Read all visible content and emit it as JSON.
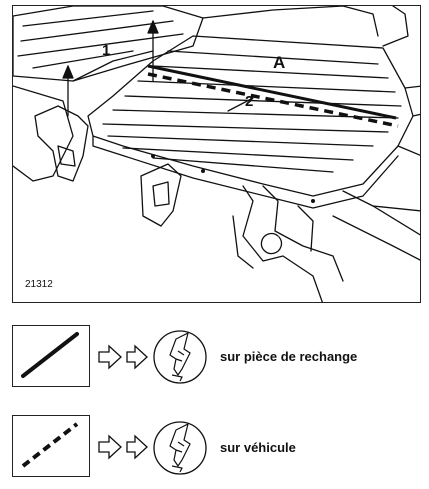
{
  "figure": {
    "reference_number": "21312",
    "labels": {
      "A": "A",
      "one": "1",
      "two": "2"
    }
  },
  "legend": [
    {
      "line_style": "solid",
      "text": "sur pièce de rechange"
    },
    {
      "line_style": "dashed",
      "text": "sur véhicule"
    }
  ],
  "colors": {
    "ink": "#111111",
    "background": "#ffffff"
  },
  "icons": [
    "floor-panel-drawing",
    "chevron-arrow-icon",
    "cutting-tool-icon"
  ]
}
